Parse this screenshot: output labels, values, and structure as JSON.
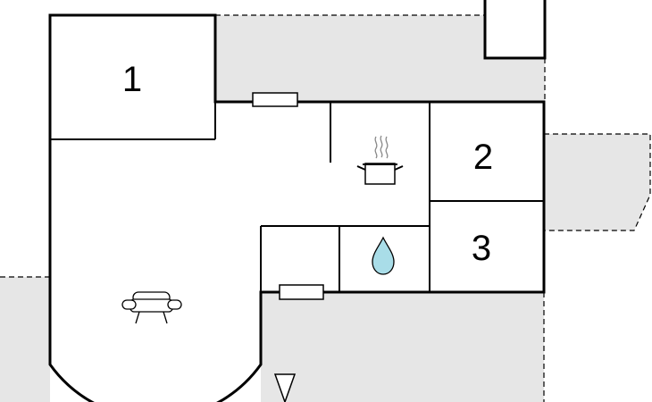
{
  "floorplan": {
    "rooms": [
      {
        "id": "room-1",
        "label": "1"
      },
      {
        "id": "room-2",
        "label": "2"
      },
      {
        "id": "room-3",
        "label": "3"
      }
    ],
    "icons": [
      {
        "name": "sofa-icon",
        "room": "living-area"
      },
      {
        "name": "cooking-pot-icon",
        "room": "kitchen"
      },
      {
        "name": "water-drop-icon",
        "room": "bathroom"
      },
      {
        "name": "entrance-arrow-icon",
        "room": "entrance"
      }
    ],
    "colors": {
      "wall": "#000000",
      "terrace": "#e6e6e6",
      "water": "#a9dde8",
      "floor": "#ffffff"
    }
  }
}
